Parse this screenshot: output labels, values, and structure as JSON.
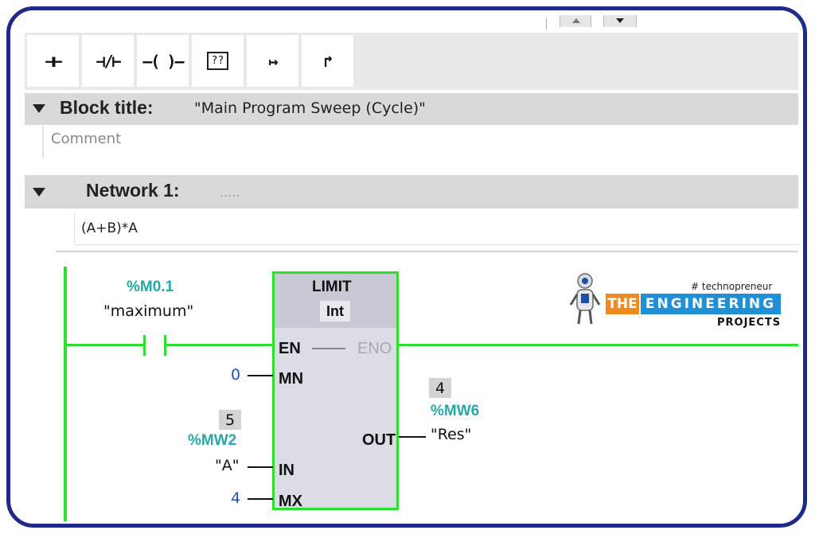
{
  "toolbar": {
    "buttons": [
      {
        "name": "normally-open-contact",
        "glyph": "⊣⊢"
      },
      {
        "name": "normally-closed-contact",
        "glyph": "⊣/⊢"
      },
      {
        "name": "output-coil",
        "glyph": "–( )–"
      },
      {
        "name": "empty-box",
        "glyph": "??"
      },
      {
        "name": "open-branch",
        "glyph": "↦"
      },
      {
        "name": "close-branch",
        "glyph": "↱"
      }
    ]
  },
  "block": {
    "title_label": "Block title:",
    "title_value": "\"Main Program Sweep (Cycle)\"",
    "comment": "Comment"
  },
  "network": {
    "label": "Network 1:",
    "title_placeholder": ".....",
    "comment": "(A+B)*A"
  },
  "ladder": {
    "contact": {
      "address": "%M0.1",
      "name": "\"maximum\""
    },
    "function_box": {
      "name": "LIMIT",
      "type": "Int",
      "pins": {
        "en": "EN",
        "eno": "ENO",
        "mn": "MN",
        "in": "IN",
        "mx": "MX",
        "out": "OUT"
      }
    },
    "mn_value": "0",
    "in": {
      "monitor": "5",
      "address": "%MW2",
      "name": "\"A\""
    },
    "mx_value": "4",
    "out": {
      "monitor": "4",
      "address": "%MW6",
      "name": "\"Res\""
    }
  },
  "logo": {
    "tagline": "# technopreneur",
    "the": "THE",
    "engineering": "ENGINEERING",
    "projects": "PROJECTS"
  },
  "colors": {
    "frame": "#1f2a86",
    "rung": "#2ee02e",
    "tag": "#27a7a7",
    "constant": "#2255aa"
  }
}
